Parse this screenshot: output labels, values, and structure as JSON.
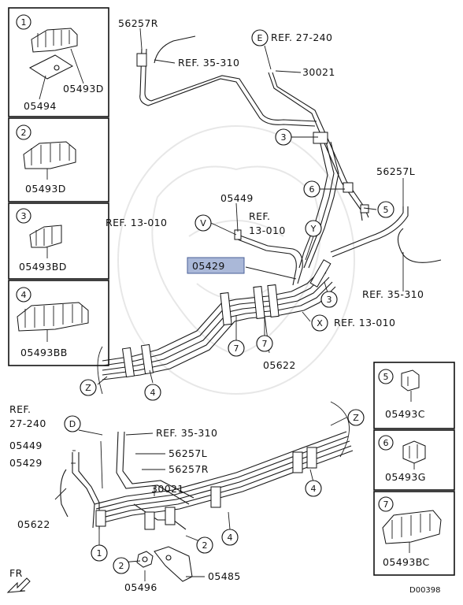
{
  "diagram_code": "D00398",
  "callout_numbers": {
    "c1": "1",
    "c2": "2",
    "c3": "3",
    "c4": "4",
    "c5": "5",
    "c6": "6",
    "c7": "7"
  },
  "callout_letters": {
    "d": "D",
    "e": "E",
    "v": "V",
    "x": "X",
    "y": "Y",
    "z": "Z"
  },
  "legend_boxes": [
    {
      "num": "1",
      "parts": [
        "05493D",
        "05494"
      ]
    },
    {
      "num": "2",
      "parts": [
        "05493D"
      ]
    },
    {
      "num": "3",
      "parts": [
        "05493BD"
      ]
    },
    {
      "num": "4",
      "parts": [
        "05493BB"
      ]
    },
    {
      "num": "5",
      "parts": [
        "05493C"
      ]
    },
    {
      "num": "6",
      "parts": [
        "05493G"
      ]
    },
    {
      "num": "7",
      "parts": [
        "05493BC"
      ]
    }
  ],
  "labels": {
    "p56257R_top": "56257R",
    "ref35310_top": "REF. 35-310",
    "ref27240_top": "REF. 27-240",
    "p30021_top": "30021",
    "p56257L_right": "56257L",
    "ref35310_right": "REF. 35-310",
    "p05449_mid": "05449",
    "ref13010_v": "REF. 13-010",
    "ref13010_y1": "REF.",
    "ref13010_y2": "13-010",
    "p05429_highlight": "05429",
    "ref13010_x": "REF. 13-010",
    "p05622_mid": "05622",
    "ref27240_bl1": "REF.",
    "ref27240_bl2": "27-240",
    "p05449_bl": "05449",
    "p05429_bl": "05429",
    "ref35310_bl": "REF. 35-310",
    "p56257L_bl": "56257L",
    "p56257R_bl": "56257R",
    "p30021_bl": "30021",
    "p05622_bl": "05622",
    "p05496": "05496",
    "p05485": "05485",
    "fr": "FR"
  }
}
